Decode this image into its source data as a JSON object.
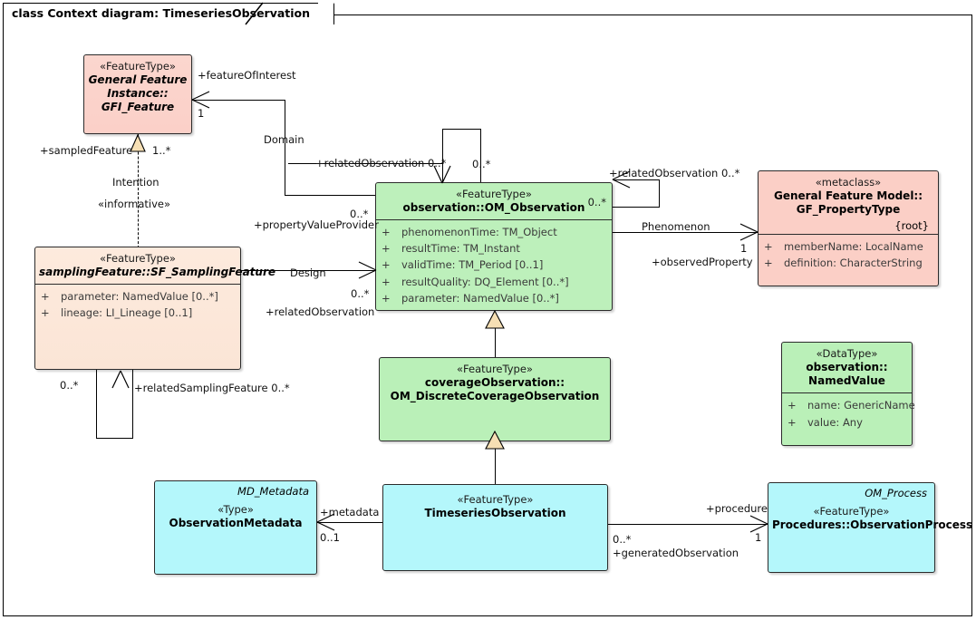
{
  "diagram": {
    "title": "class Context diagram: TimeseriesObservation",
    "type": "uml-class-diagram"
  },
  "classes": {
    "gfi_feature": {
      "stereotype": "«FeatureType»",
      "name_line1": "General Feature",
      "name_line2": "Instance::",
      "name_line3": "GFI_Feature",
      "color": "#fbd0c8"
    },
    "sampling_feature": {
      "stereotype": "«FeatureType»",
      "name": "samplingFeature::SF_SamplingFeature",
      "color": "#fbe5d6",
      "attributes": [
        {
          "vis": "+",
          "text": "parameter: NamedValue [0..*]"
        },
        {
          "vis": "+",
          "text": "lineage: LI_Lineage [0..1]"
        }
      ]
    },
    "om_observation": {
      "stereotype": "«FeatureType»",
      "name": "observation::OM_Observation",
      "corner_multiplicity": "0..*",
      "color": "#bdf0bb",
      "attributes": [
        {
          "vis": "+",
          "text": "phenomenonTime: TM_Object"
        },
        {
          "vis": "+",
          "text": "resultTime: TM_Instant"
        },
        {
          "vis": "+",
          "text": "validTime: TM_Period [0..1]"
        },
        {
          "vis": "+",
          "text": "resultQuality: DQ_Element [0..*]"
        },
        {
          "vis": "+",
          "text": "parameter: NamedValue [0..*]"
        }
      ]
    },
    "gf_propertytype": {
      "stereotype": "«metaclass»",
      "name_line1": "General Feature Model::",
      "name_line2": "GF_PropertyType",
      "constraint": "{root}",
      "color": "#fbcfc6",
      "attributes": [
        {
          "vis": "+",
          "text": "memberName: LocalName"
        },
        {
          "vis": "+",
          "text": "definition: CharacterString"
        }
      ]
    },
    "coverage_observation": {
      "stereotype": "«FeatureType»",
      "name_line1": "coverageObservation::",
      "name_line2": "OM_DiscreteCoverageObservation",
      "color": "#bdf0bb"
    },
    "named_value": {
      "stereotype": "«DataType»",
      "name_line1": "observation::",
      "name_line2": "NamedValue",
      "color": "#bdf0bb",
      "attributes": [
        {
          "vis": "+",
          "text": "name: GenericName"
        },
        {
          "vis": "+",
          "text": "value: Any"
        }
      ]
    },
    "observation_metadata": {
      "tag": "MD_Metadata",
      "stereotype": "«Type»",
      "name": "ObservationMetadata",
      "color": "#b4f7fb"
    },
    "timeseries_observation": {
      "stereotype": "«FeatureType»",
      "name": "TimeseriesObservation",
      "color": "#b4f7fb"
    },
    "observation_process": {
      "tag": "OM_Process",
      "stereotype": "«FeatureType»",
      "name": "Procedures::ObservationProcess",
      "color": "#b4f7fb"
    }
  },
  "connector_labels": {
    "feature_of_interest": "+featureOfInterest",
    "feature_of_interest_mult": "1",
    "sampled_feature": "+sampledFeature",
    "sampled_feature_mult": "1..*",
    "intention": "Intention",
    "informative": "«informative»",
    "domain": "Domain",
    "related_observation_top_left": "+relatedObservation 0..*",
    "related_observation_top_mult": "0..*",
    "related_observation_right": "+relatedObservation 0..*",
    "om_right_mult": "0..*",
    "property_value_provider": "+propertyValueProvider",
    "property_value_provider_mult": "0..*",
    "design": "Design",
    "design_mult": "0..*",
    "related_observation_left": "+relatedObservation",
    "phenomenon": "Phenomenon",
    "observed_property": "+observedProperty",
    "observed_property_mult": "1",
    "related_sampling_feature": "+relatedSamplingFeature 0..*",
    "related_sampling_feature_mult": "0..*",
    "metadata": "+metadata",
    "metadata_mult": "0..1",
    "procedure": "+procedure",
    "procedure_mult": "1",
    "generated_observation": "+generatedObservation",
    "generated_observation_mult": "0..*"
  }
}
